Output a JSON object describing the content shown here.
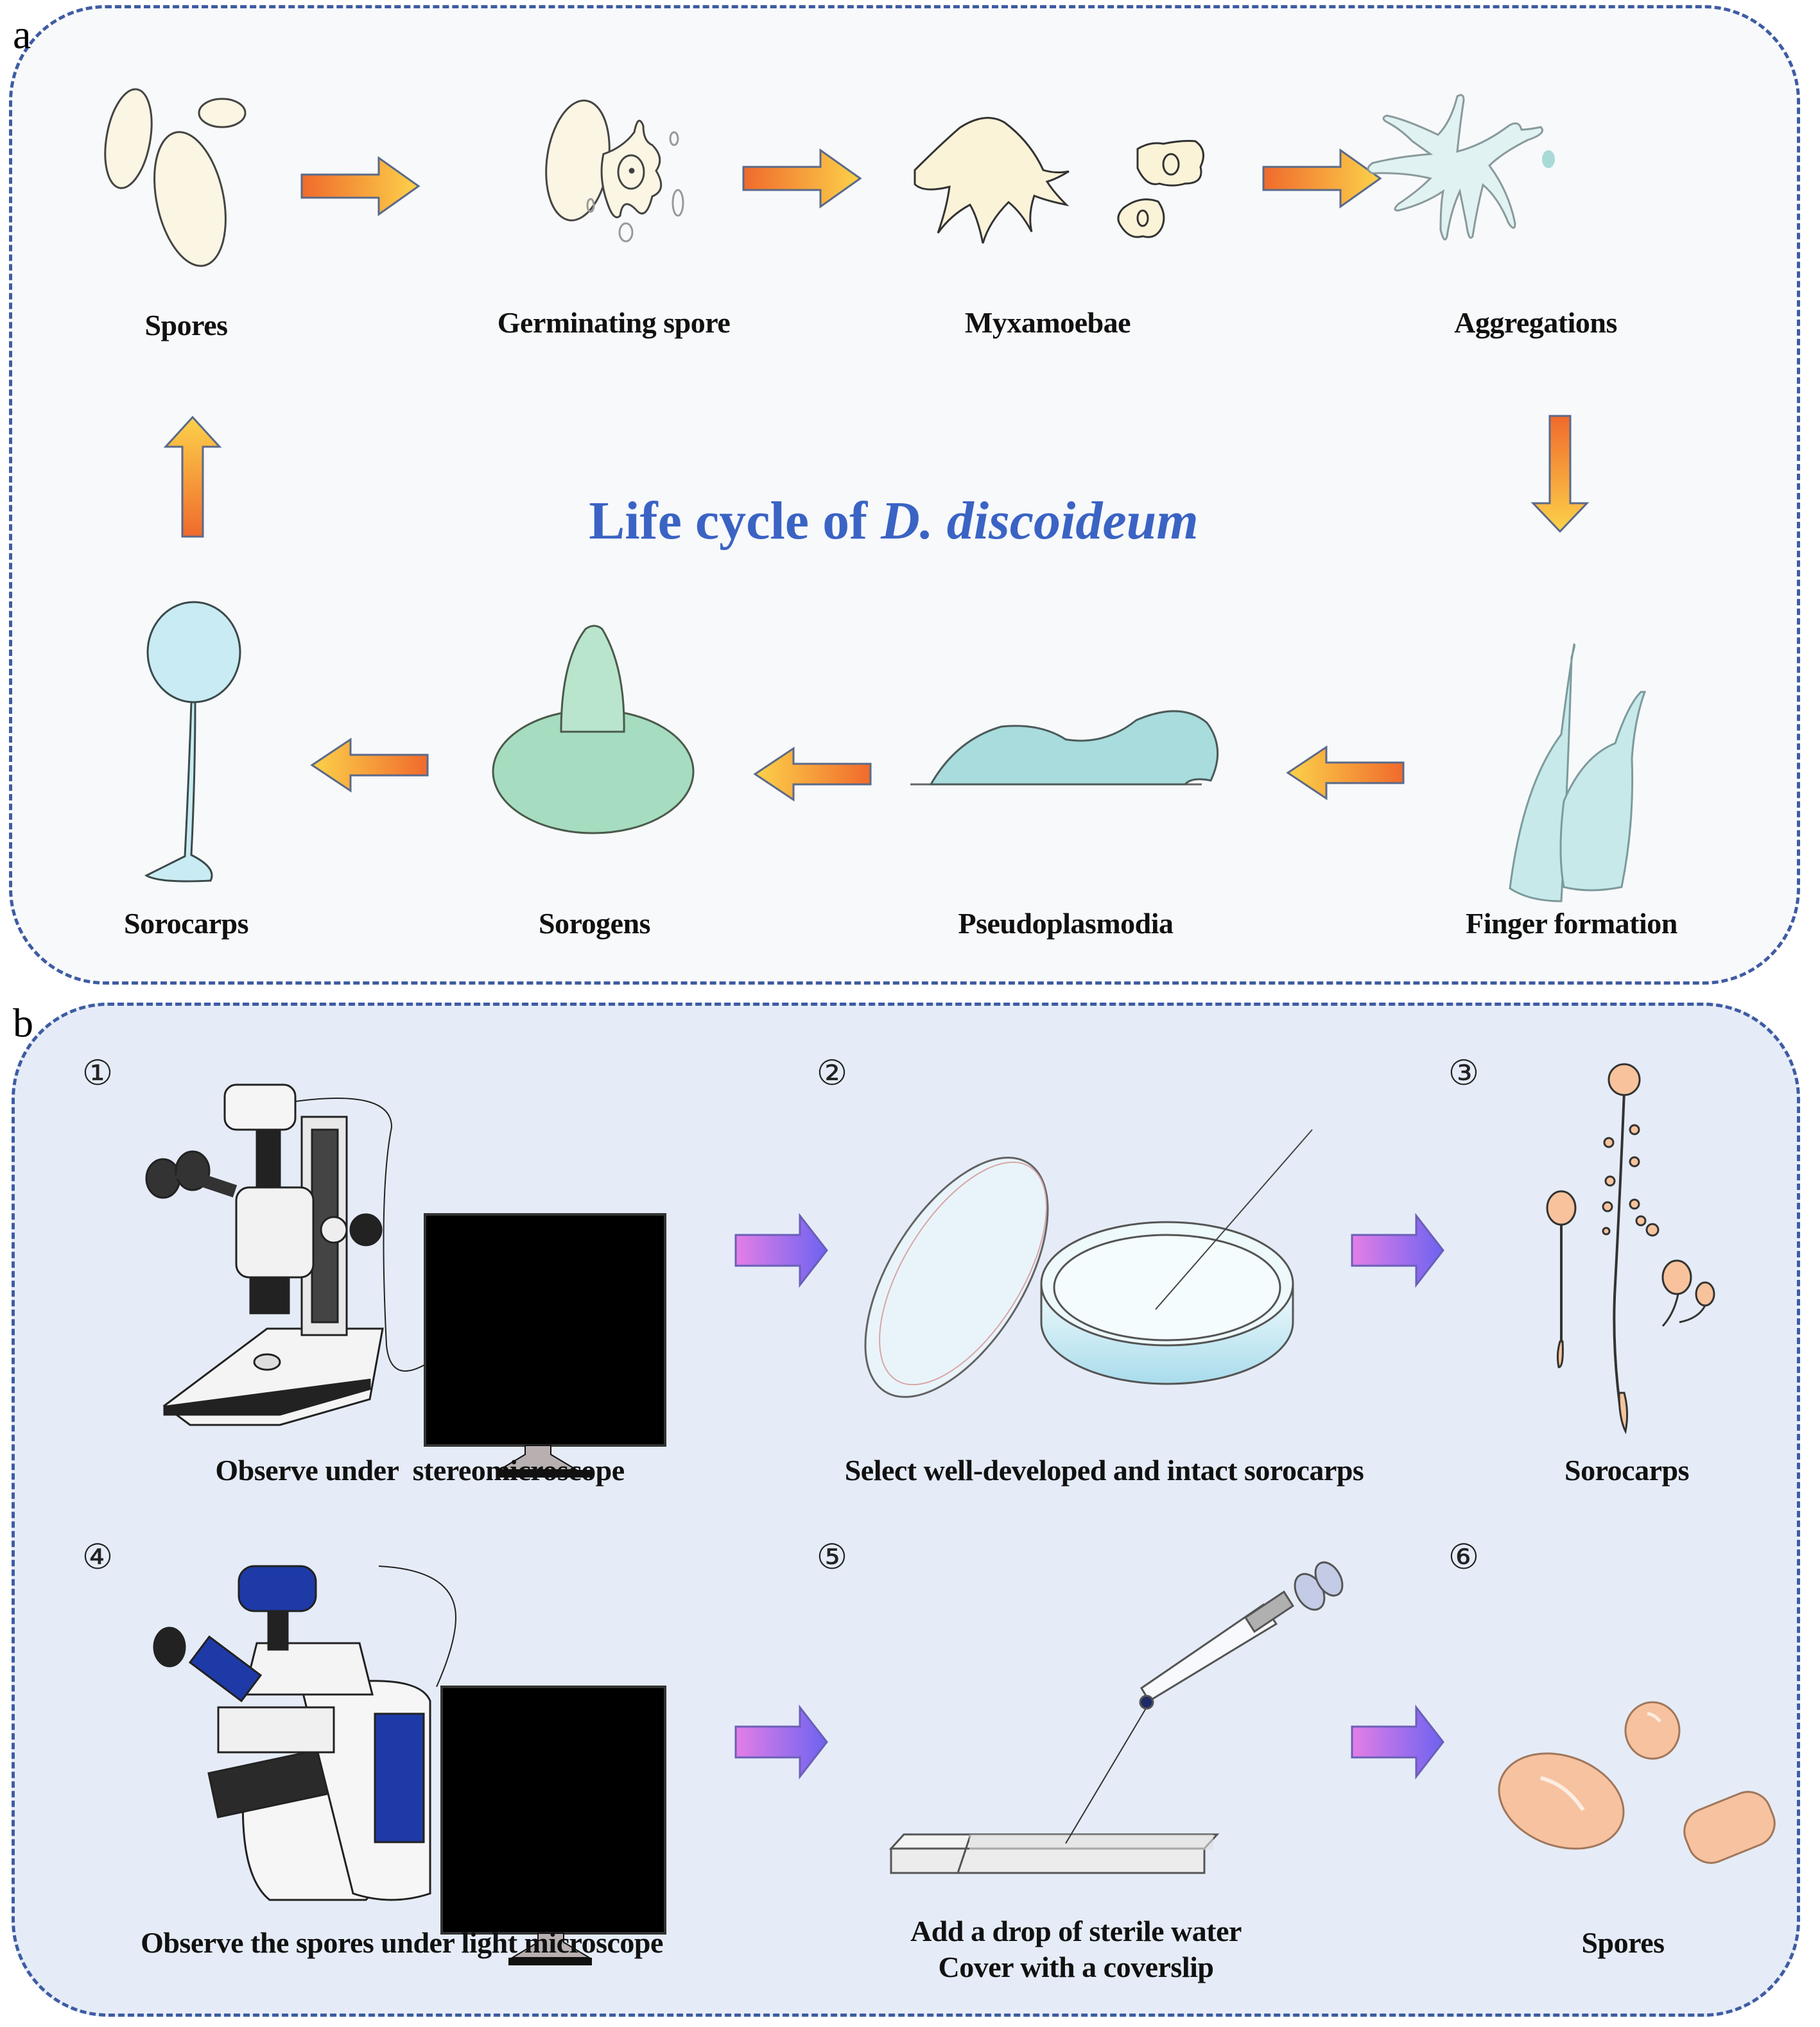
{
  "figure": {
    "panel_a": {
      "letter": "a",
      "title_prefix": "Life cycle of ",
      "title_species": "D. discoideum",
      "stages": [
        {
          "label": "Spores"
        },
        {
          "label": "Germinating spore"
        },
        {
          "label": "Myxamoebae"
        },
        {
          "label": "Aggregations"
        },
        {
          "label": "Finger formation"
        },
        {
          "label": "Pseudoplasmodia"
        },
        {
          "label": "Sorogens"
        },
        {
          "label": "Sorocarps"
        }
      ]
    },
    "panel_b": {
      "letter": "b",
      "steps": [
        {
          "number": "①",
          "label": "Observe under  stereomicroscope"
        },
        {
          "number": "②",
          "label": "Select well-developed and intact sorocarps"
        },
        {
          "number": "③",
          "label": "Sorocarps"
        },
        {
          "number": "④",
          "label": "Observe the spores under light microscope"
        },
        {
          "number": "⑤",
          "label": "Add a drop of sterile water",
          "label_line2": "Cover with a coverslip"
        },
        {
          "number": "⑥",
          "label": "Spores"
        }
      ]
    },
    "colors": {
      "border": "#3e5ca3",
      "title": "#3a63c4",
      "arrow_a_start": "#f06a2c",
      "arrow_a_end": "#fcd24a",
      "arrow_b_start": "#e47ee6",
      "arrow_b_end": "#6d63f0"
    }
  }
}
